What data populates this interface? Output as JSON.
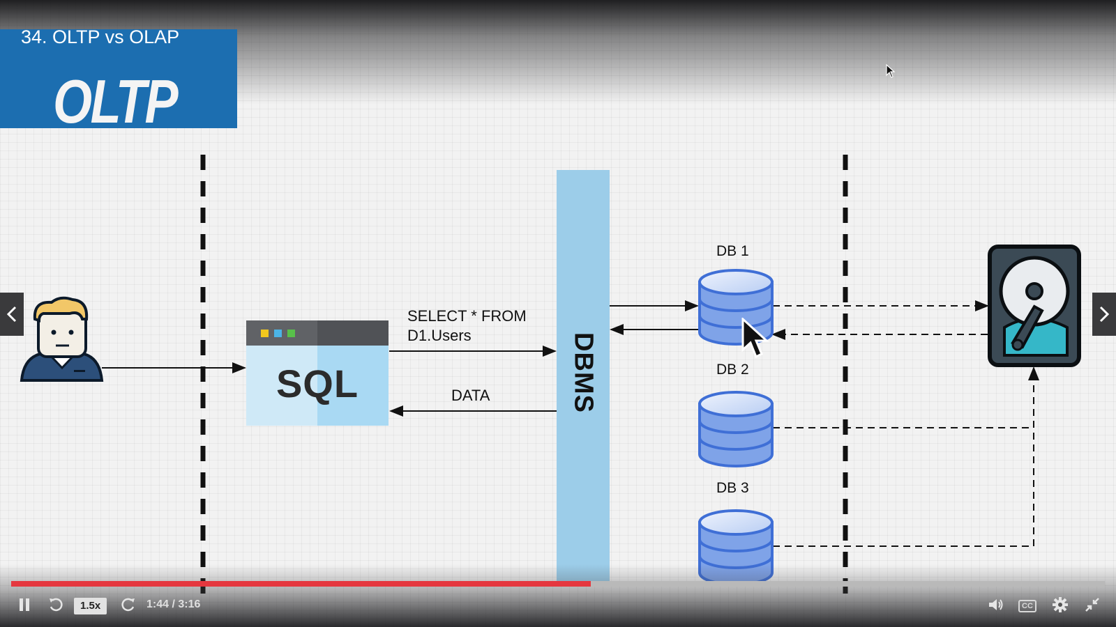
{
  "player": {
    "lecture_title": "34. OLTP vs OLAP",
    "title_card_text": "OLTP",
    "prev_icon": "chevron-left-icon",
    "next_icon": "chevron-right-icon"
  },
  "diagram": {
    "sql_box_label": "SQL",
    "query_line1": "SELECT * FROM",
    "query_line2": "D1.Users",
    "response_label": "DATA",
    "dbms_label": "DBMS",
    "databases": [
      {
        "label": "DB 1"
      },
      {
        "label": "DB 2"
      },
      {
        "label": "DB 3"
      }
    ],
    "user_icon": "user-avatar-icon",
    "storage_icon": "hard-drive-icon",
    "colors": {
      "sql_dots": [
        "#f2c81e",
        "#4bb4e6",
        "#58c04a"
      ],
      "database_fill": "#7fa3e8",
      "database_stroke": "#3f6fd6",
      "hdd_teal": "#35b7c8",
      "dbms_bar": "#9ccde9"
    }
  },
  "controls": {
    "play_state_icon": "pause-icon",
    "rewind_icon": "rewind-icon",
    "speed_label": "1.5x",
    "forward_icon": "forward-icon",
    "current_time": "1:44",
    "duration": "3:16",
    "time_separator": " / ",
    "progress_fraction": 0.53,
    "volume_icon": "volume-icon",
    "captions_label": "CC",
    "settings_icon": "gear-icon",
    "fullscreen_icon": "exit-fullscreen-icon",
    "accent_color": "#e5373f"
  }
}
